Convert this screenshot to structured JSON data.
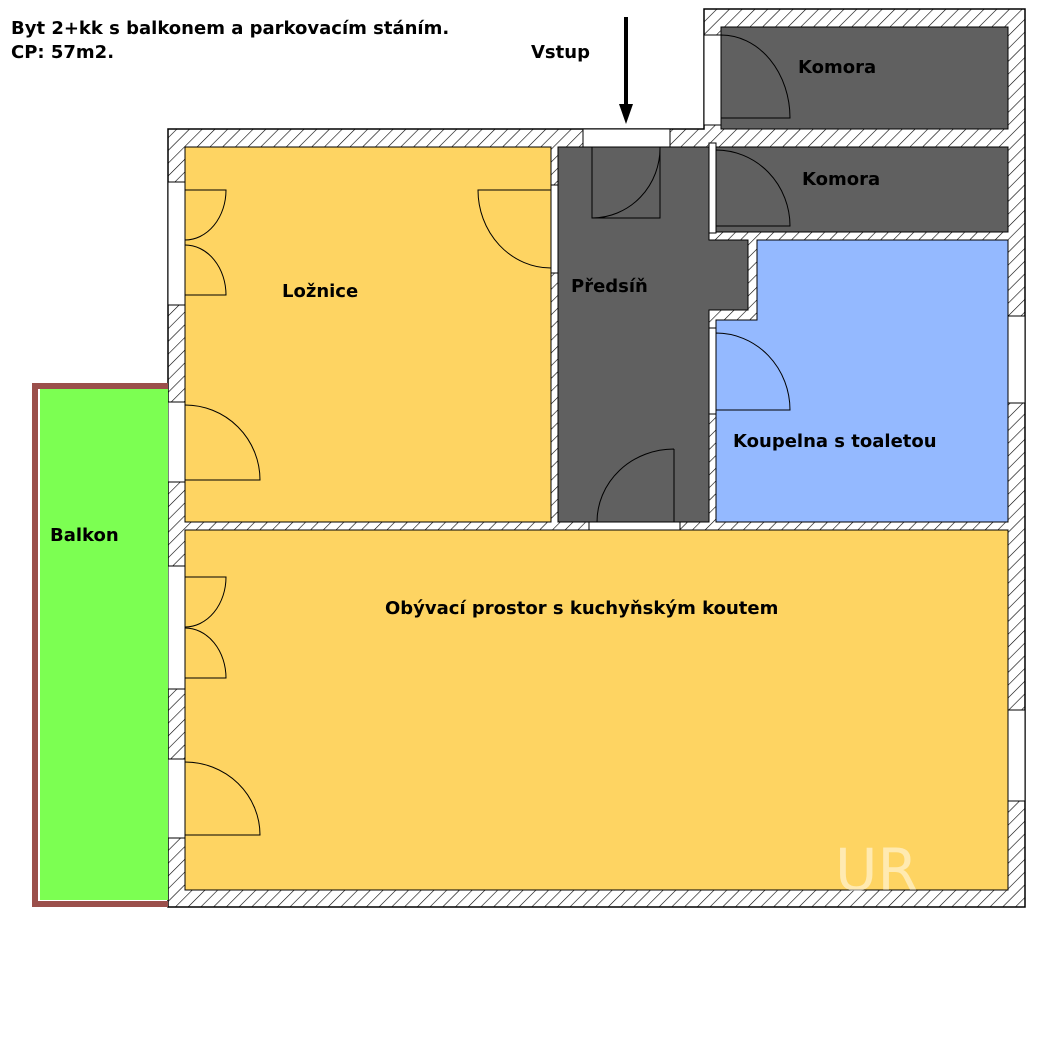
{
  "header": {
    "title": "Byt 2+kk s balkonem a parkovacím stáním.",
    "area": "CP: 57m2."
  },
  "entrance_label": "Vstup",
  "rooms": {
    "bedroom": "Ložnice",
    "hallway": "Předsíň",
    "storage1": "Komora",
    "storage2": "Komora",
    "bathroom": "Koupelna s toaletou",
    "living": "Obývací prostor s kuchyňským koutem",
    "balcony": "Balkon"
  },
  "watermark": "UR",
  "colors": {
    "living_rooms": "#FED462",
    "service_rooms": "#606060",
    "bathroom": "#94B9FF",
    "balcony": "#7CFF52",
    "balcony_rail": "#9B4F4B"
  }
}
